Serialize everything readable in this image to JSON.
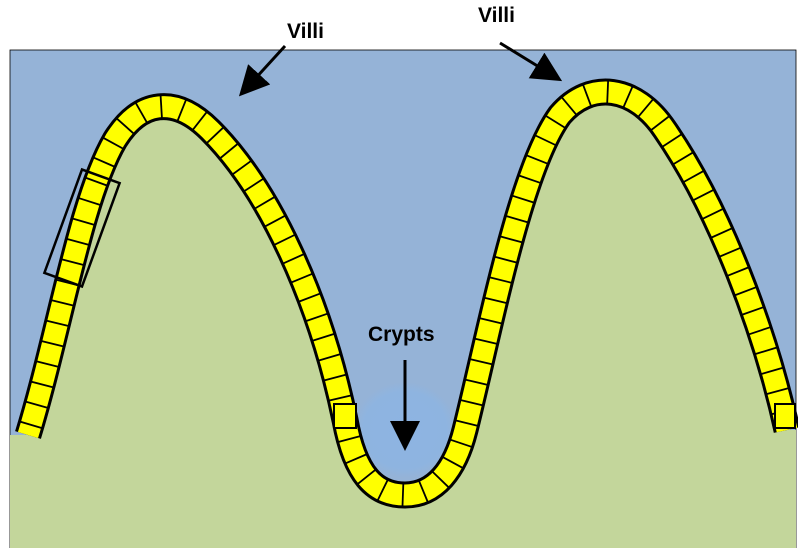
{
  "labels": {
    "villi_left": "Villi",
    "villi_right": "Villi",
    "crypts": "Crypts"
  },
  "colors": {
    "lumen": "#95b3d7",
    "tissue": "#c3d69b",
    "epithelium": "#ffff00",
    "crypt_glow": "#8db4e2",
    "outline": "#000000"
  }
}
